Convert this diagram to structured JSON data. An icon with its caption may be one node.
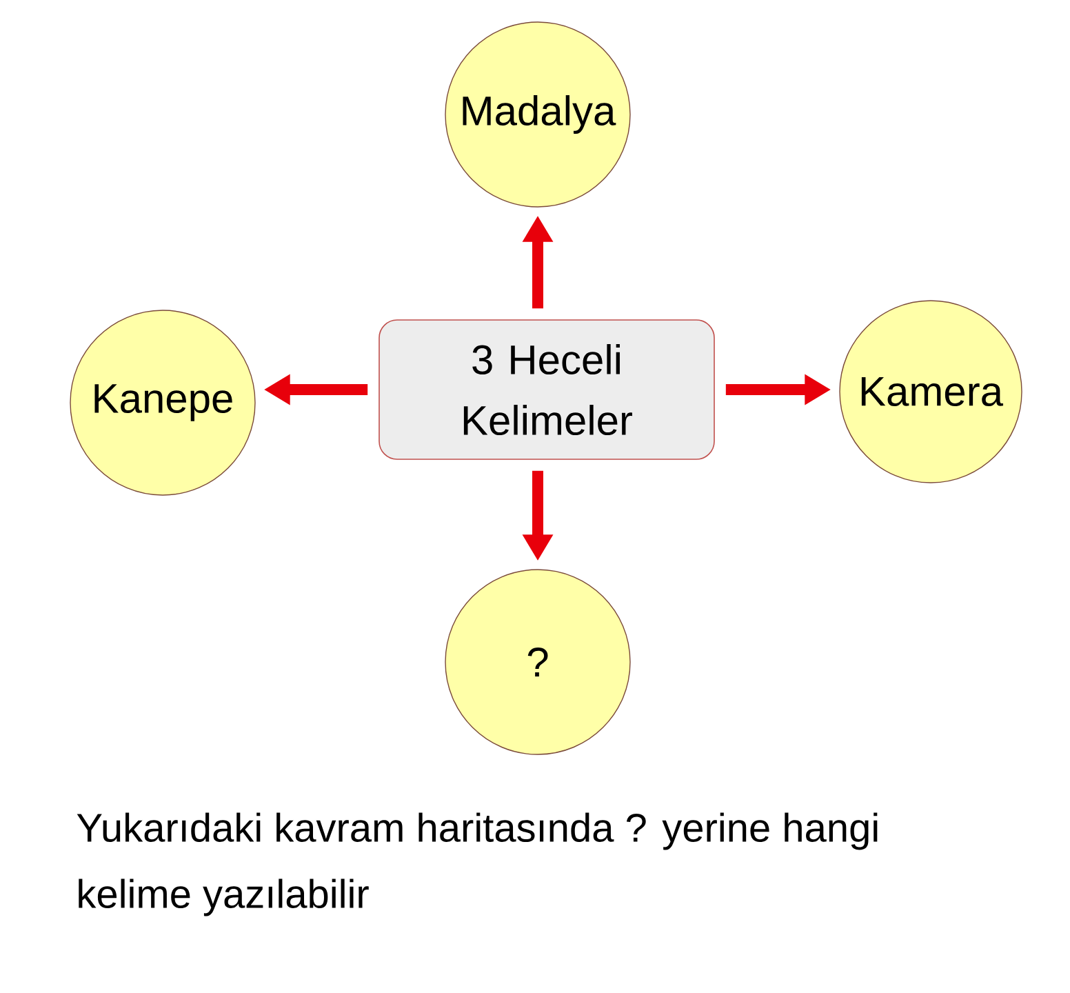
{
  "diagram": {
    "nodes": [
      {
        "text": [
          "Madalya"
        ]
      },
      {
        "text": [
          "Kanepe"
        ]
      },
      {
        "text": [
          "3 Heceli Kelimeler"
        ]
      },
      {
        "text": [
          "Kamera"
        ]
      },
      {
        "text": [
          "?"
        ]
      }
    ],
    "edges": [
      {
        "from": 2,
        "to": 0,
        "arrow": "to"
      },
      {
        "from": 2,
        "to": 1,
        "arrow": "to"
      },
      {
        "from": 2,
        "to": 3,
        "arrow": "to"
      },
      {
        "from": 2,
        "to": 4,
        "arrow": "to"
      }
    ],
    "labels": [
      "Yukarıdaki kavram haritasında ? yerine hangi kelime yazılabilir"
    ]
  }
}
